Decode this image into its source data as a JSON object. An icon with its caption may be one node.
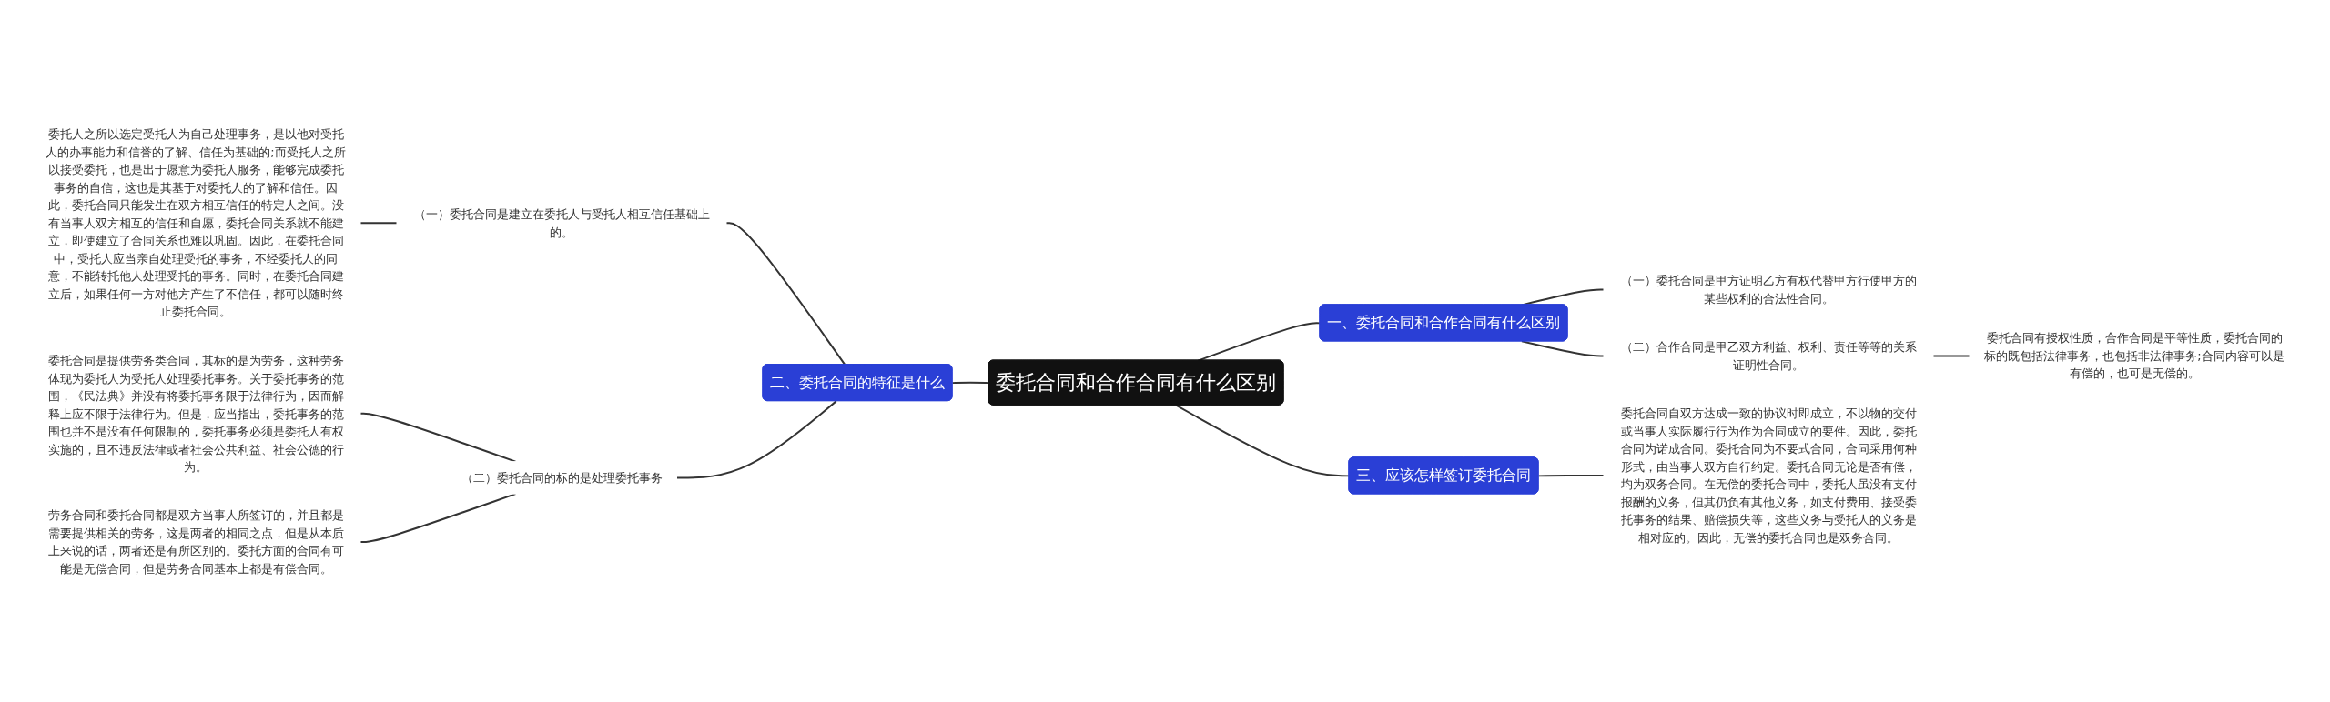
{
  "diagram": {
    "nodes": [
      {
        "text": [
          "委托合同和合作合同有什么区别"
        ]
      },
      {
        "text": [
          "一、委托合同和合作合同有什么区别"
        ]
      },
      {
        "text": [
          "（一）委托合同是甲方证明乙方有权代替甲方行使甲方的某些权利的合法性合同。"
        ]
      },
      {
        "text": [
          "（二）合作合同是甲乙双方利益、权利、责任等等的关系证明性合同。"
        ]
      },
      {
        "text": [
          "委托合同有授权性质，合作合同是平等性质，委托合同的标的既包括法律事务，也包括非法律事务;合同内容可以是有偿的，也可是无偿的。"
        ]
      },
      {
        "text": [
          "三、应该怎样签订委托合同"
        ]
      },
      {
        "text": [
          "委托合同自双方达成一致的协议时即成立，不以物的交付或当事人实际履行行为作为合同成立的要件。因此，委托合同为诺成合同。委托合同为不要式合同，合同采用何种形式，由当事人双方自行约定。委托合同无论是否有偿，均为双务合同。在无偿的委托合同中，委托人虽没有支付报酬的义务，但其仍负有其他义务，如支付费用、接受委托事务的结果、赔偿损失等，这些义务与受托人的义务是相对应的。因此，无偿的委托合同也是双务合同。"
        ]
      },
      {
        "text": [
          "二、委托合同的特征是什么"
        ]
      },
      {
        "text": [
          "（一）委托合同是建立在委托人与受托人相互信任基础上的。"
        ]
      },
      {
        "text": [
          "委托人之所以选定受托人为自己处理事务，是以他对受托人的办事能力和信誉的了解、信任为基础的;而受托人之所以接受委托，也是出于愿意为委托人服务，能够完成委托事务的自信，这也是其基于对委托人的了解和信任。因此，委托合同只能发生在双方相互信任的特定人之间。没有当事人双方相互的信任和自愿，委托合同关系就不能建立，即使建立了合同关系也难以巩固。因此，在委托合同中，受托人应当亲自处理受托的事务，不经委托人的同意，不能转托他人处理受托的事务。同时，在委托合同建立后，如果任何一方对他方产生了不信任，都可以随时终止委托合同。"
        ]
      },
      {
        "text": [
          "（二）委托合同的标的是处理委托事务"
        ]
      },
      {
        "text": [
          "委托合同是提供劳务类合同，其标的是为劳务，这种劳务体现为委托人为受托人处理委托事务。关于委托事务的范围，《民法典》并没有将委托事务限于法律行为，因而解释上应不限于法律行为。但是，应当指出，委托事务的范围也并不是没有任何限制的，委托事务必须是委托人有权实施的，且不违反法律或者社会公共利益、社会公德的行为。"
        ]
      },
      {
        "text": [
          "劳务合同和委托合同都是双方当事人所签订的，并且都是需要提供相关的劳务，这是两者的相同之点，但是从本质上来说的话，两者还是有所区别的。委托方面的合同有可能是无偿合同，但是劳务合同基本上都是有偿合同。"
        ]
      }
    ],
    "edges": [
      {
        "from": 0,
        "to": 1,
        "arrow": "none"
      },
      {
        "from": 1,
        "to": 2,
        "arrow": "none"
      },
      {
        "from": 1,
        "to": 3,
        "arrow": "none"
      },
      {
        "from": 3,
        "to": 4,
        "arrow": "none"
      },
      {
        "from": 0,
        "to": 5,
        "arrow": "none"
      },
      {
        "from": 5,
        "to": 6,
        "arrow": "none"
      },
      {
        "from": 7,
        "to": 0,
        "arrow": "none"
      },
      {
        "from": 8,
        "to": 7,
        "arrow": "none"
      },
      {
        "from": 9,
        "to": 8,
        "arrow": "none"
      },
      {
        "from": 10,
        "to": 7,
        "arrow": "none"
      },
      {
        "from": 11,
        "to": 10,
        "arrow": "none"
      },
      {
        "from": 12,
        "to": 10,
        "arrow": "none"
      }
    ]
  }
}
